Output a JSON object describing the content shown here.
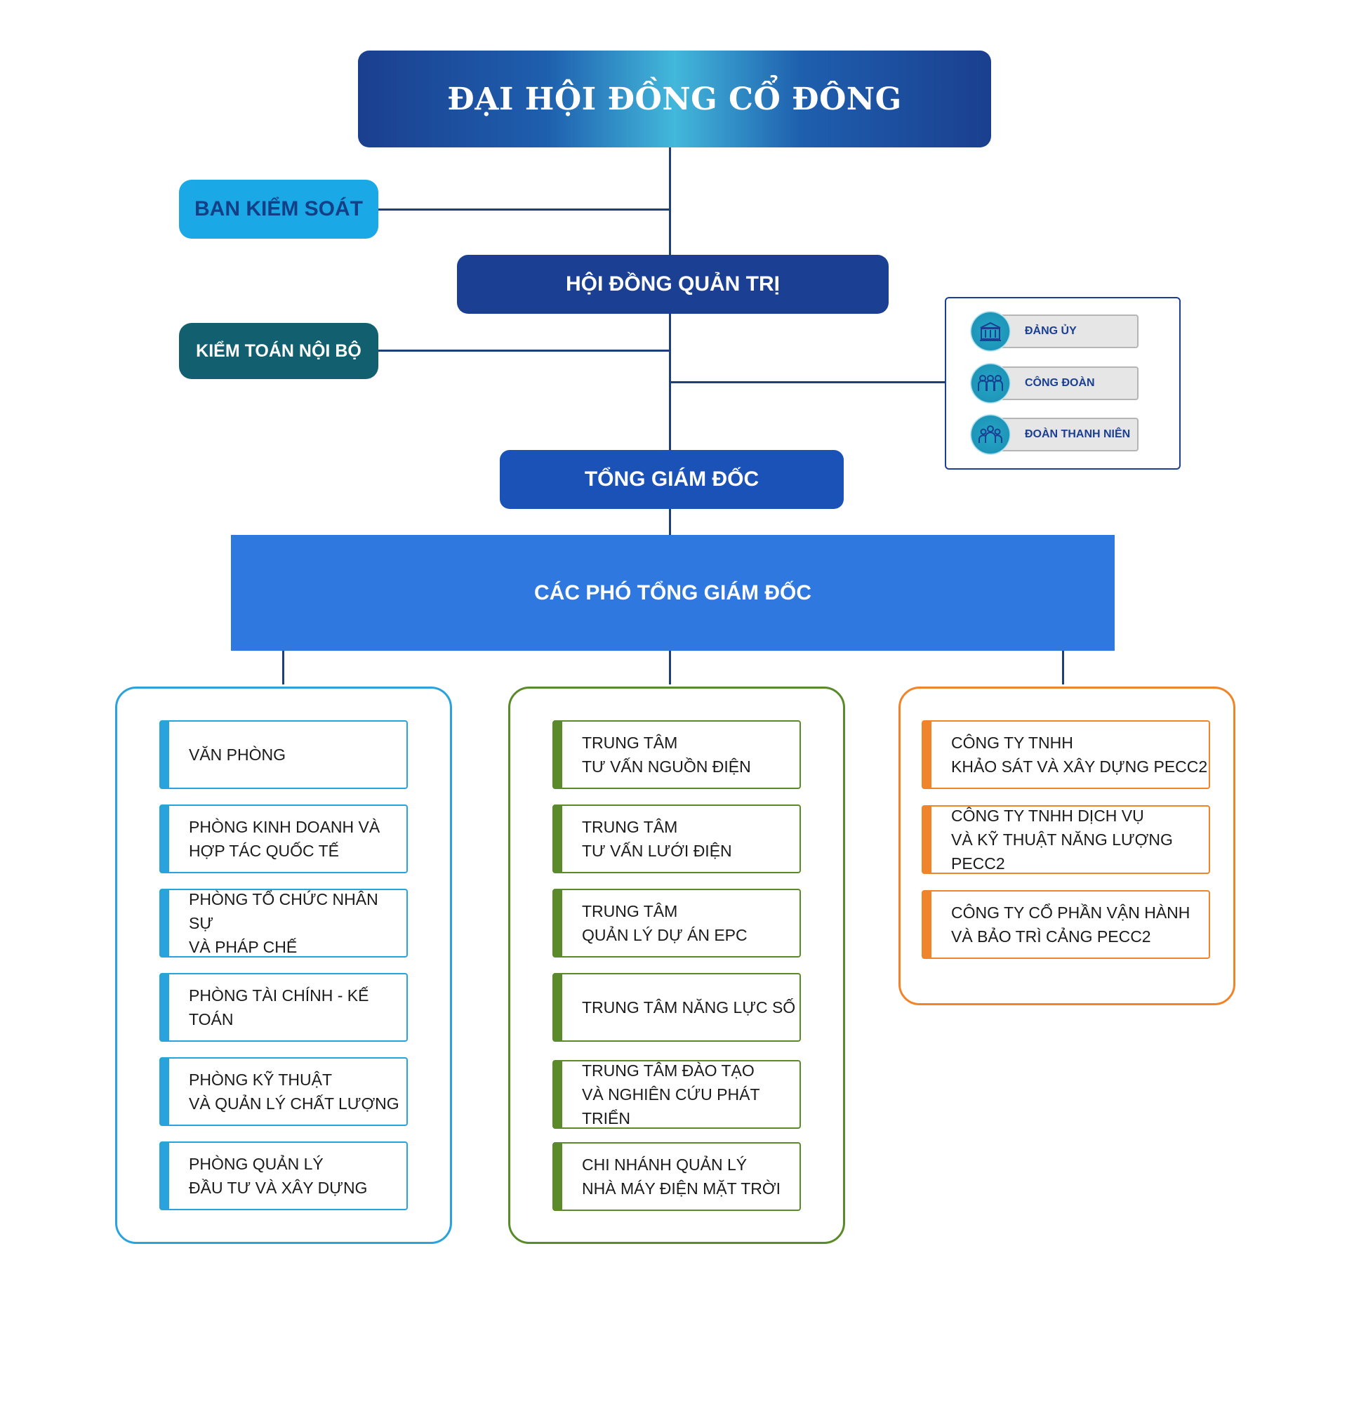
{
  "top": "ĐẠI HỘI ĐỒNG CỔ ĐÔNG",
  "ban_kiem_soat": "BAN KIỂM SOÁT",
  "hoi_dong_quan_tri": "HỘI ĐỒNG QUẢN TRỊ",
  "kiem_toan_noi_bo": "KIỂM TOÁN NỘI BỘ",
  "tong_giam_doc": "TỔNG GIÁM ĐỐC",
  "cac_pho_tong_giam_doc": "CÁC PHÓ TỔNG GIÁM ĐỐC",
  "organizations": [
    {
      "label": "ĐẢNG ỦY",
      "icon": "building-icon"
    },
    {
      "label": "CÔNG ĐOÀN",
      "icon": "group-icon"
    },
    {
      "label": "ĐOÀN THANH NIÊN",
      "icon": "youth-group-icon"
    }
  ],
  "groups": {
    "left": {
      "color": "#2aa3dc",
      "items": [
        "VĂN PHÒNG",
        "PHÒNG KINH DOANH VÀ\nHỢP TÁC QUỐC TẾ",
        "PHÒNG TỔ CHỨC NHÂN SỰ\nVÀ PHÁP CHẾ",
        "PHÒNG TÀI CHÍNH - KẾ TOÁN",
        "PHÒNG KỸ THUẬT\nVÀ QUẢN LÝ CHẤT LƯỢNG",
        "PHÒNG QUẢN LÝ\nĐẦU TƯ VÀ XÂY DỰNG"
      ]
    },
    "middle": {
      "color": "#5a8a2a",
      "items": [
        "TRUNG TÂM\nTƯ VẤN NGUỒN ĐIỆN",
        "TRUNG TÂM\nTƯ VẤN LƯỚI ĐIỆN",
        "TRUNG TÂM\nQUẢN LÝ DỰ ÁN EPC",
        "TRUNG TÂM NĂNG LỰC SỐ",
        "TRUNG TÂM ĐÀO TẠO\nVÀ NGHIÊN CỨU PHÁT TRIỂN",
        "CHI NHÁNH QUẢN LÝ\nNHÀ MÁY ĐIỆN MẶT TRỜI"
      ]
    },
    "right": {
      "color": "#f0842a",
      "items": [
        "CÔNG TY TNHH\nKHẢO SÁT VÀ XÂY DỰNG PECC2",
        "CÔNG TY TNHH DỊCH VỤ\nVÀ KỸ THUẬT NĂNG LƯỢNG PECC2",
        "CÔNG TY CỔ PHẦN VẬN HÀNH\nVÀ BẢO TRÌ CẢNG PECC2"
      ]
    }
  }
}
